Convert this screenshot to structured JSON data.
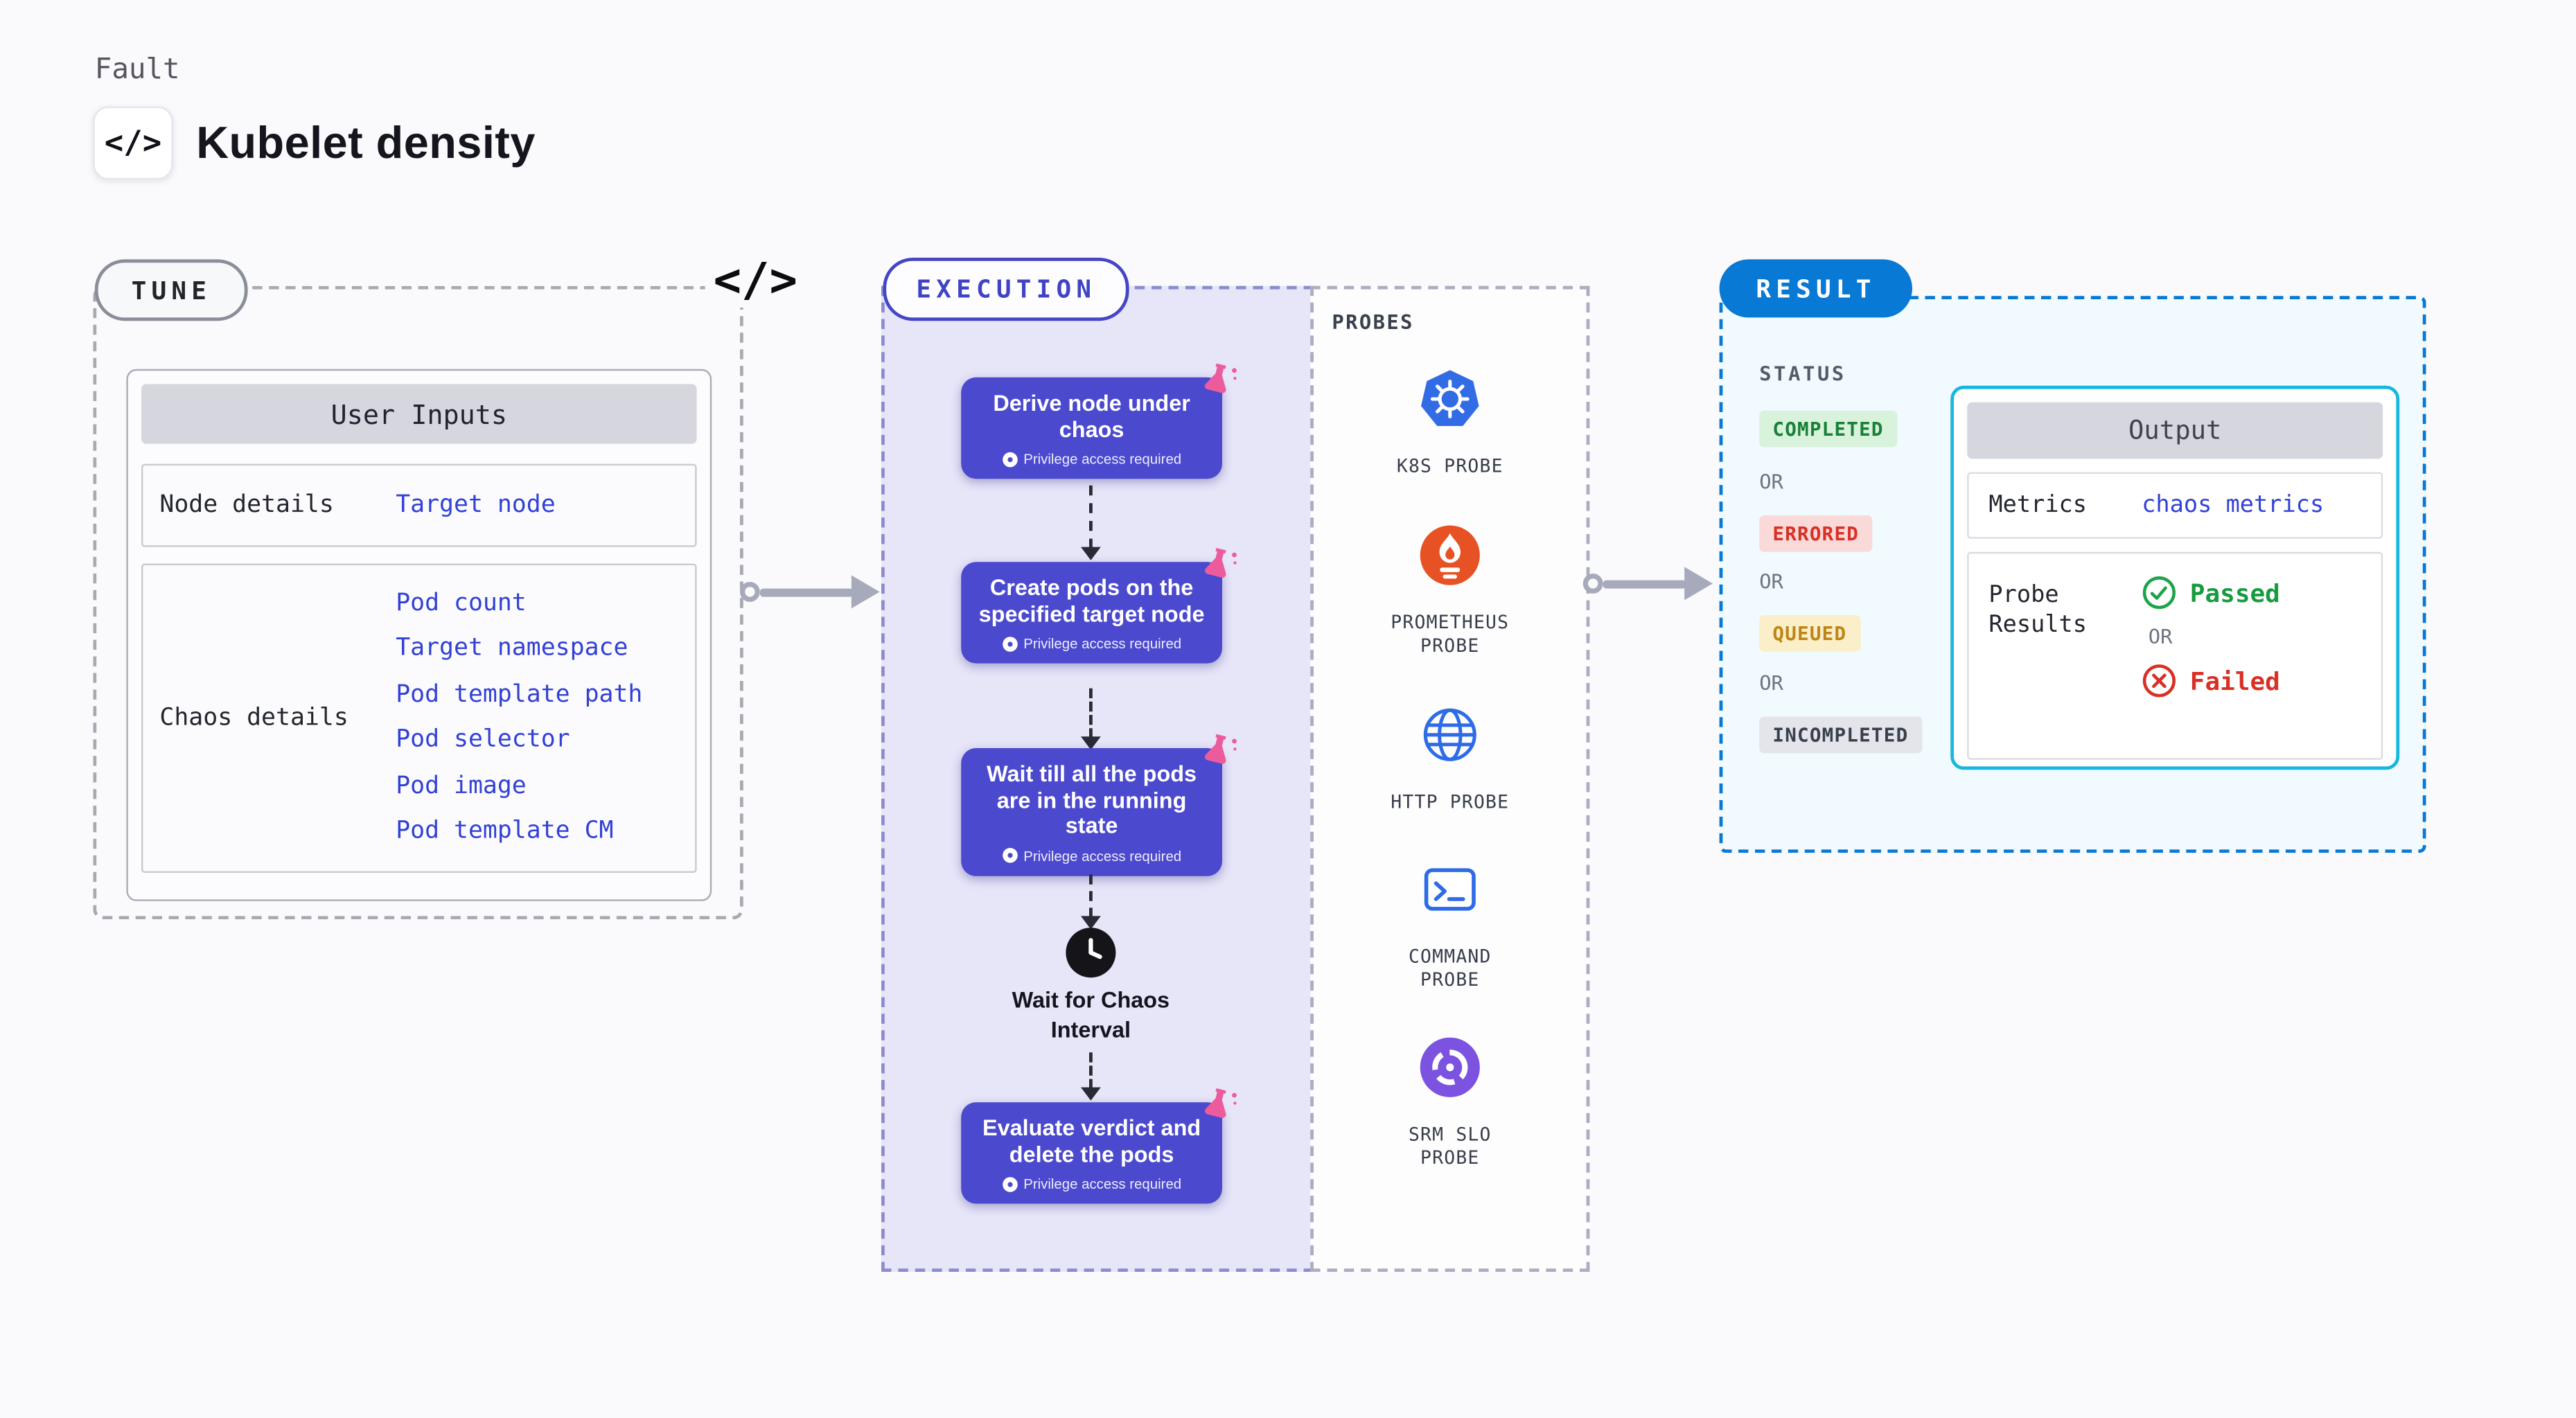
{
  "header": {
    "category": "Fault",
    "code_glyph": "</>",
    "title": "Kubelet density"
  },
  "tune": {
    "label": "TUNE",
    "code_glyph": "</>",
    "user_inputs": {
      "title": "User Inputs",
      "rows": [
        {
          "label": "Node details",
          "values": [
            "Target node"
          ]
        },
        {
          "label": "Chaos details",
          "values": [
            "Pod count",
            "Target namespace",
            "Pod template path",
            "Pod selector",
            "Pod image",
            "Pod template CM"
          ]
        }
      ]
    }
  },
  "execution": {
    "label": "EXECUTION",
    "steps": [
      {
        "title": "Derive node under chaos",
        "note": "Privilege access required"
      },
      {
        "title": "Create pods on the specified target node",
        "note": "Privilege access required"
      },
      {
        "title": "Wait till all the pods are in the running state",
        "note": "Privilege access required"
      },
      {
        "title": "Evaluate verdict and delete the pods",
        "note": "Privilege access required"
      }
    ],
    "wait_label": "Wait for Chaos Interval"
  },
  "probes": {
    "label": "PROBES",
    "items": [
      {
        "name": "K8S PROBE",
        "icon": "kubernetes-icon"
      },
      {
        "name": "PROMETHEUS PROBE",
        "icon": "prometheus-icon"
      },
      {
        "name": "HTTP PROBE",
        "icon": "globe-icon"
      },
      {
        "name": "COMMAND PROBE",
        "icon": "terminal-icon"
      },
      {
        "name": "SRM SLO PROBE",
        "icon": "gauge-icon"
      }
    ]
  },
  "result": {
    "label": "RESULT",
    "status": {
      "title": "STATUS",
      "separator": "OR",
      "badges": [
        {
          "label": "COMPLETED",
          "bg": "#D9F2DB",
          "color": "#188038"
        },
        {
          "label": "ERRORED",
          "bg": "#FAD9D9",
          "color": "#D93025"
        },
        {
          "label": "QUEUED",
          "bg": "#FBEFC9",
          "color": "#BF8415"
        },
        {
          "label": "INCOMPLETED",
          "bg": "#E3E5EA",
          "color": "#3A3F4E"
        }
      ]
    },
    "output": {
      "title": "Output",
      "metrics_label": "Metrics",
      "metrics_value": "chaos metrics",
      "probe_results_label": "Probe Results",
      "passed_label": "Passed",
      "or_label": "OR",
      "failed_label": "Failed"
    }
  },
  "colors": {
    "accent_indigo": "#4B49CE",
    "accent_blue": "#0879D4",
    "link_blue": "#3240D6",
    "lavender_bg": "#E7E5F8",
    "result_bg": "#F1FAFE",
    "output_border": "#17B7E0",
    "success_green": "#169C3E",
    "error_red": "#D93025",
    "queued_yellow": "#BF8415",
    "flask_pink": "#EC5B9C"
  }
}
